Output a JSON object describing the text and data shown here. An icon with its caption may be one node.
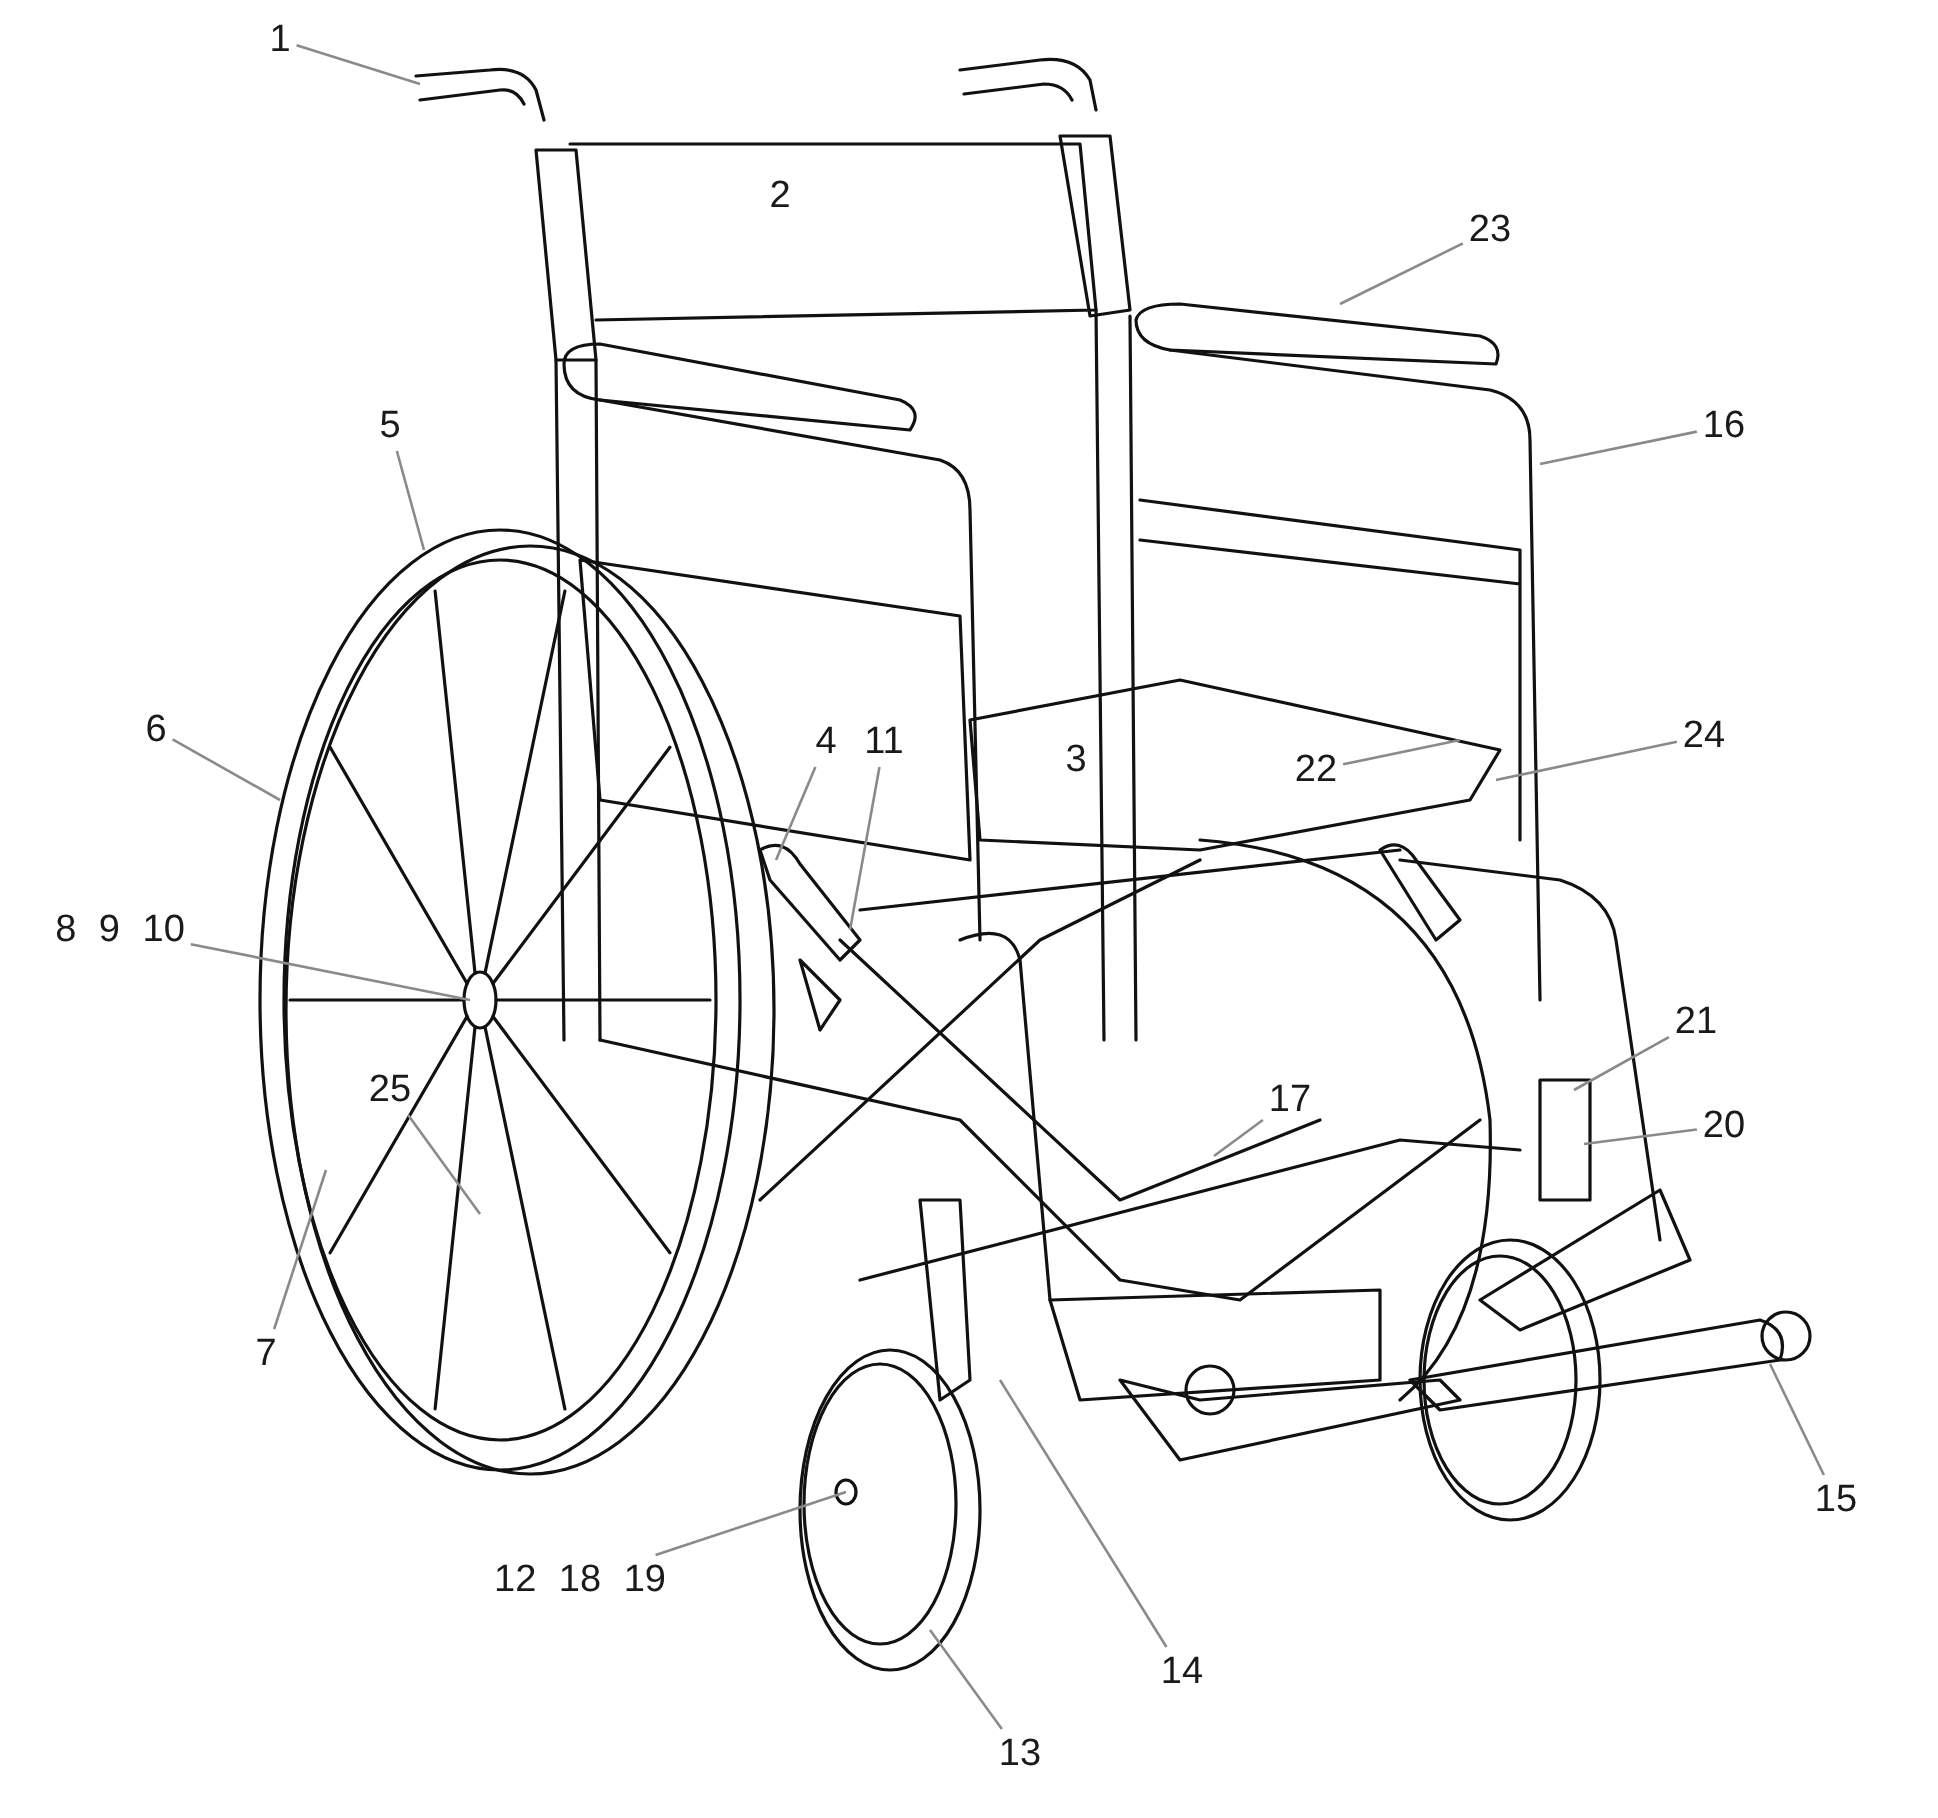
{
  "diagram": {
    "nodes": [
      {
        "text": [
          "1"
        ]
      },
      {
        "text": [
          "23"
        ]
      },
      {
        "text": [
          "16"
        ]
      },
      {
        "text": [
          "5"
        ]
      },
      {
        "text": [
          "6"
        ]
      },
      {
        "text": [
          "4"
        ]
      },
      {
        "text": [
          "11"
        ]
      },
      {
        "text": [
          "8 9 10"
        ]
      },
      {
        "text": [
          "22"
        ]
      },
      {
        "text": [
          "24"
        ]
      },
      {
        "text": [
          "21"
        ]
      },
      {
        "text": [
          "20"
        ]
      },
      {
        "text": [
          "17"
        ]
      },
      {
        "text": [
          "25"
        ]
      },
      {
        "text": [
          "7"
        ]
      },
      {
        "text": [
          "12 18 19"
        ]
      },
      {
        "text": [
          "14"
        ]
      },
      {
        "text": [
          "13"
        ]
      },
      {
        "text": [
          "15"
        ]
      }
    ],
    "edges": [
      {
        "from": 0,
        "to": null,
        "arrow": "none"
      },
      {
        "from": 1,
        "to": null,
        "arrow": "none"
      },
      {
        "from": 2,
        "to": null,
        "arrow": "none"
      },
      {
        "from": 3,
        "to": null,
        "arrow": "none"
      },
      {
        "from": 4,
        "to": null,
        "arrow": "none"
      },
      {
        "from": 5,
        "to": null,
        "arrow": "none"
      },
      {
        "from": 6,
        "to": null,
        "arrow": "none"
      },
      {
        "from": 7,
        "to": null,
        "arrow": "none"
      },
      {
        "from": 8,
        "to": null,
        "arrow": "none"
      },
      {
        "from": 9,
        "to": null,
        "arrow": "none"
      },
      {
        "from": 10,
        "to": null,
        "arrow": "none"
      },
      {
        "from": 11,
        "to": null,
        "arrow": "none"
      },
      {
        "from": 12,
        "to": null,
        "arrow": "none"
      },
      {
        "from": 13,
        "to": null,
        "arrow": "none"
      },
      {
        "from": 14,
        "to": null,
        "arrow": "none"
      },
      {
        "from": 15,
        "to": null,
        "arrow": "none"
      },
      {
        "from": 16,
        "to": null,
        "arrow": "none"
      },
      {
        "from": 17,
        "to": null,
        "arrow": "none"
      },
      {
        "from": 18,
        "to": null,
        "arrow": "none"
      }
    ],
    "labels": [
      "2",
      "3"
    ]
  }
}
